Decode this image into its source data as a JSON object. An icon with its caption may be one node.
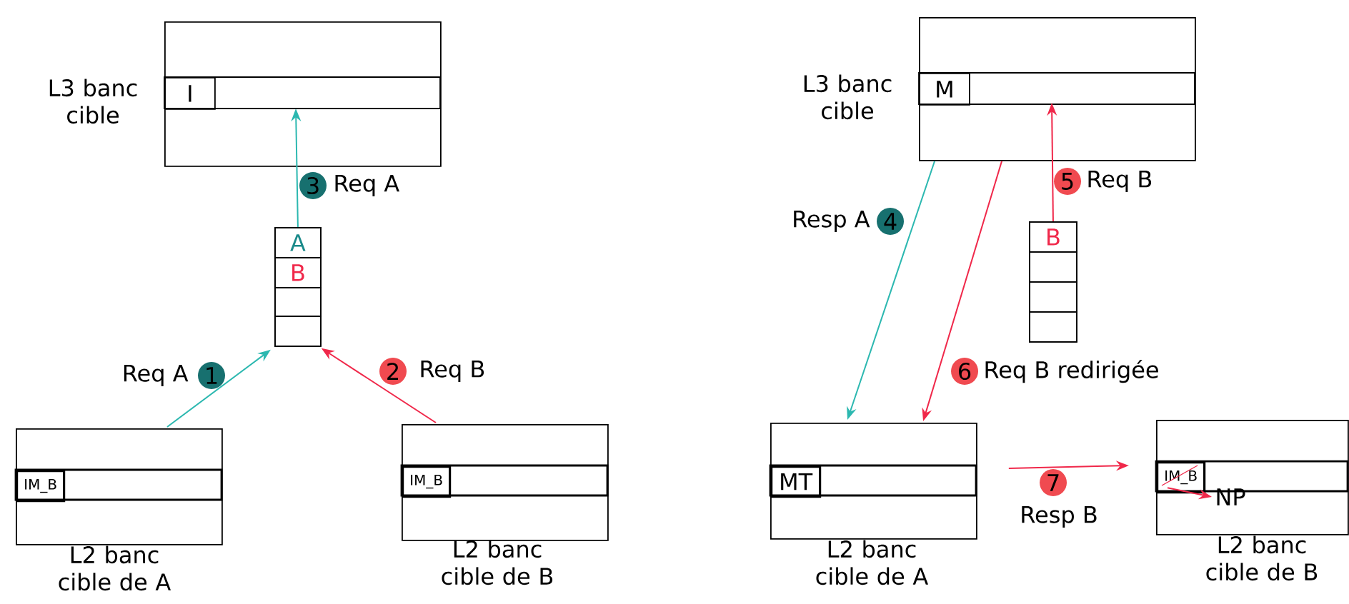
{
  "diagram": {
    "nodes": [
      {
        "text": [],
        "shape": "box",
        "beside": [
          "L3 banc cible"
        ]
      },
      {
        "text": [
          "I"
        ],
        "in": 0
      },
      {
        "text": [],
        "shape": "box"
      },
      {
        "text": [
          "A"
        ],
        "in": 2
      },
      {
        "text": [
          "B"
        ],
        "in": 2
      },
      {
        "text": [],
        "shape": "box",
        "in": 2
      },
      {
        "text": [],
        "shape": "box",
        "in": 2
      },
      {
        "text": [],
        "shape": "box",
        "beside": [
          "L2 banc cible de A"
        ]
      },
      {
        "text": [
          "IM_B"
        ],
        "in": 7
      },
      {
        "text": [],
        "shape": "box",
        "beside": [
          "L2 banc cible de B"
        ]
      },
      {
        "text": [
          "IM_B"
        ],
        "in": 9
      },
      {
        "text": [],
        "shape": "box",
        "beside": [
          "L3 banc cible"
        ]
      },
      {
        "text": [
          "M"
        ],
        "in": 11
      },
      {
        "text": [],
        "shape": "box"
      },
      {
        "text": [
          "B"
        ],
        "in": 13
      },
      {
        "text": [],
        "shape": "box",
        "in": 13
      },
      {
        "text": [],
        "shape": "box",
        "in": 13
      },
      {
        "text": [],
        "shape": "box",
        "in": 13
      },
      {
        "text": [],
        "shape": "box",
        "beside": [
          "L2 banc cible de A"
        ]
      },
      {
        "text": [
          "MT"
        ],
        "in": 18
      },
      {
        "text": [],
        "shape": "box",
        "beside": [
          "L2 banc cible de B"
        ]
      },
      {
        "text": [
          "IM_B"
        ],
        "in": 20
      },
      {
        "text": [
          "NP"
        ],
        "in": 20
      },
      {
        "text": [
          "1"
        ]
      },
      {
        "text": [
          "2"
        ]
      },
      {
        "text": [
          "3"
        ]
      },
      {
        "text": [
          "4"
        ]
      },
      {
        "text": [
          "5"
        ]
      },
      {
        "text": [
          "6"
        ]
      },
      {
        "text": [
          "7"
        ]
      }
    ],
    "edges": [
      {
        "from": 7,
        "to": 2,
        "arrow": "to",
        "label": "Req A",
        "color": "#2cb8b0"
      },
      {
        "from": 9,
        "to": 2,
        "arrow": "to",
        "label": "Req B"
      },
      {
        "from": 3,
        "to": 0,
        "arrow": "to",
        "label": "Req A",
        "color": "#2cb8b0"
      },
      {
        "from": 11,
        "to": 18,
        "arrow": "to",
        "label": "Resp A",
        "color": "#2cb8b0"
      },
      {
        "from": 14,
        "to": 11,
        "arrow": "to",
        "label": "Req B"
      },
      {
        "from": 11,
        "to": 18,
        "arrow": "to",
        "label": "Req B redirigée"
      },
      {
        "from": 18,
        "to": 20,
        "arrow": "to",
        "label": "Resp B"
      },
      {
        "from": 21,
        "to": 22,
        "arrow": "to"
      }
    ]
  }
}
